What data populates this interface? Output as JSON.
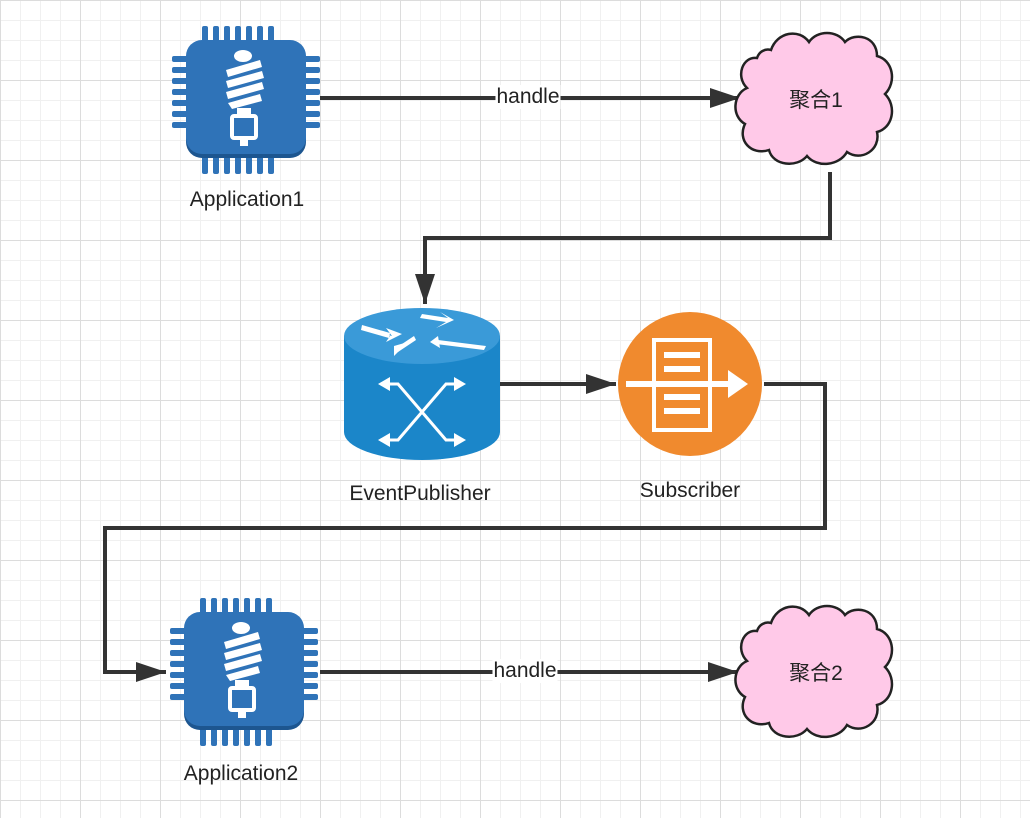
{
  "nodes": {
    "application1": {
      "label": "Application1",
      "icon": "chip-lightbulb-icon"
    },
    "aggregate1": {
      "label": "聚合1",
      "icon": "cloud-icon"
    },
    "event_publisher": {
      "label": "EventPublisher",
      "icon": "router-icon"
    },
    "subscriber": {
      "label": "Subscriber",
      "icon": "subscriber-icon"
    },
    "application2": {
      "label": "Application2",
      "icon": "chip-lightbulb-icon"
    },
    "aggregate2": {
      "label": "聚合2",
      "icon": "cloud-icon"
    }
  },
  "edges": {
    "app1_to_agg1": {
      "label": "handle"
    },
    "agg1_to_publisher": {
      "label": ""
    },
    "publisher_to_subscriber": {
      "label": ""
    },
    "subscriber_to_app2": {
      "label": ""
    },
    "app2_to_agg2": {
      "label": "handle"
    }
  },
  "colors": {
    "chip_blue": "#2f73b8",
    "chip_dark": "#1d5690",
    "router_blue": "#1b86c9",
    "router_top": "#3a9ad8",
    "subscriber_orange": "#f08a2e",
    "cloud_fill": "#ffc9e8",
    "cloud_stroke": "#222222",
    "edge": "#333333"
  }
}
